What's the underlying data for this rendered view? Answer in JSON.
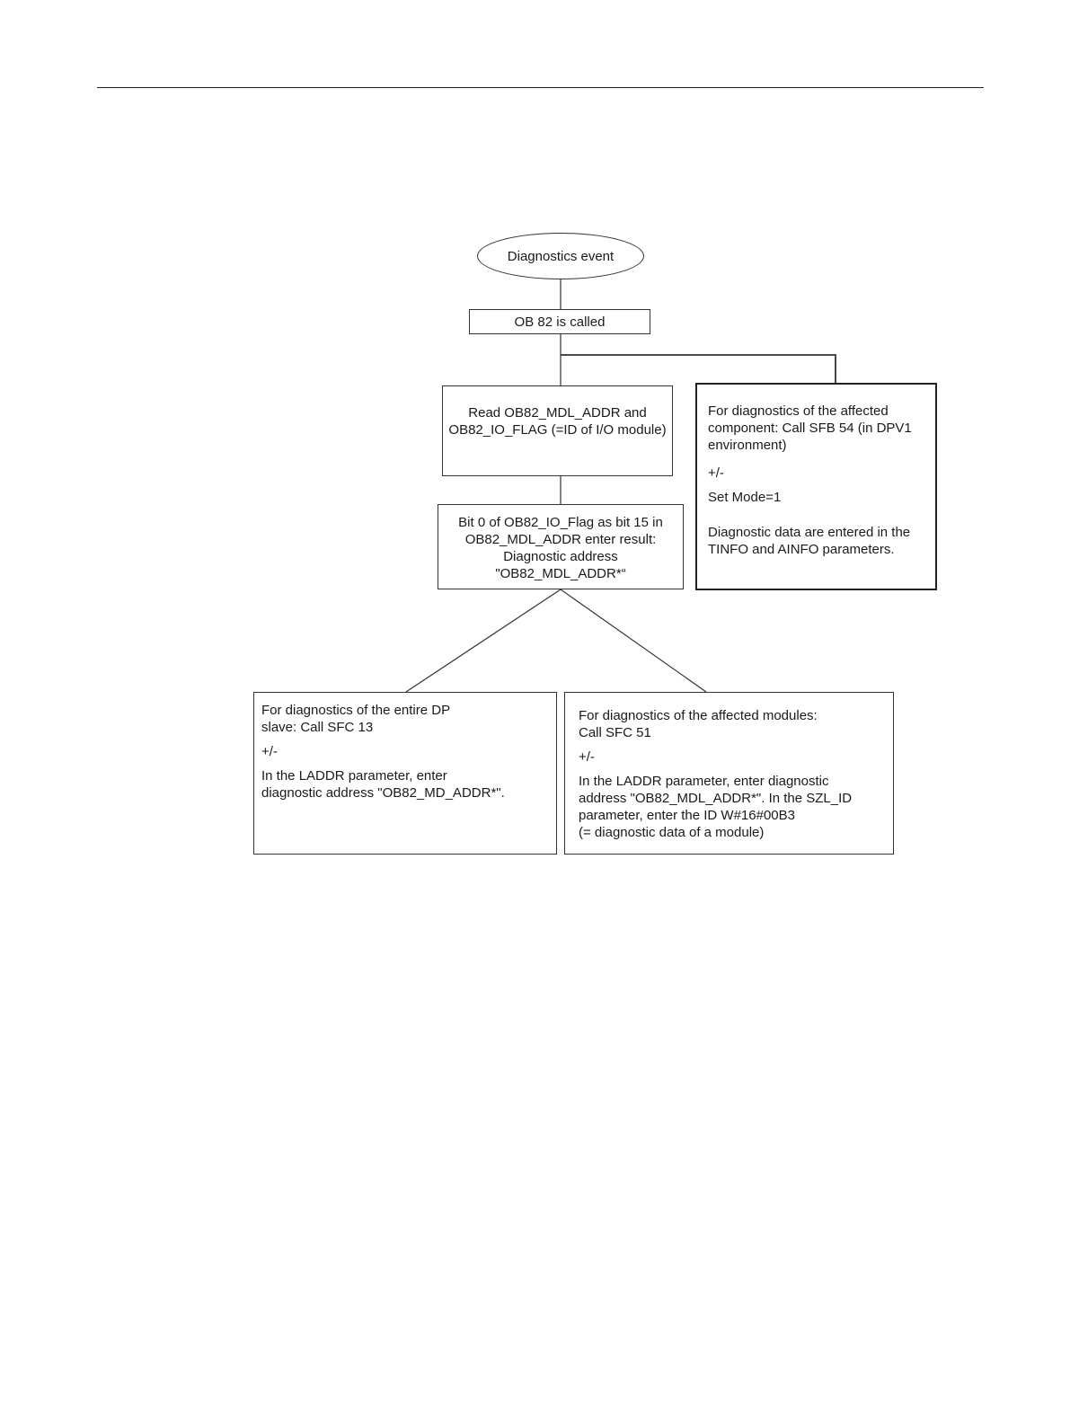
{
  "flowchart": {
    "start": {
      "label": "Diagnostics event"
    },
    "called": {
      "label": "OB 82 is called"
    },
    "read": {
      "line1": "Read OB82_MDL_ADDR and",
      "line2": "OB82_IO_FLAG (=ID of I/O module)"
    },
    "bit": {
      "line1": "Bit 0 of OB82_IO_Flag as bit 15 in",
      "line2": "OB82_MDL_ADDR enter result:",
      "line3": "Diagnostic address",
      "line4": "\"OB82_MDL_ADDR*“"
    },
    "sfb54": {
      "line1": "For diagnostics of the affected",
      "line2": "component: Call SFB 54 (in DPV1",
      "line3": "environment)",
      "sign": "+/-",
      "mode": "Set Mode=1",
      "line4": "Diagnostic data are entered in the",
      "line5": "TINFO and AINFO parameters."
    },
    "sfc13": {
      "line1": "For diagnostics of the entire DP",
      "line2": "slave: Call SFC 13",
      "sign": "+/-",
      "line3": "In the LADDR parameter, enter",
      "line4": "diagnostic address \"OB82_MD_ADDR*\"."
    },
    "sfc51": {
      "line1": "For diagnostics of the affected modules:",
      "line2": "Call SFC 51",
      "sign": "+/-",
      "line3": "In the LADDR parameter, enter diagnostic",
      "line4": "address \"OB82_MDL_ADDR*\". In the SZL_ID",
      "line5": "parameter, enter the ID W#16#00B3",
      "line6": "(= diagnostic data of a module)"
    }
  }
}
